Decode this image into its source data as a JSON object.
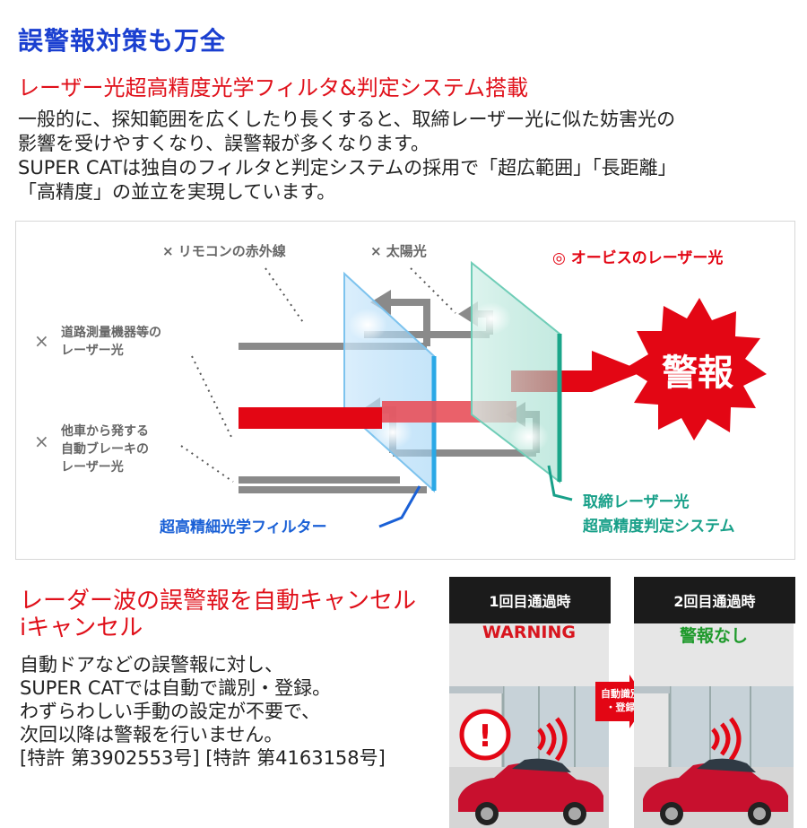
{
  "header": {
    "title": "誤警報対策も万全",
    "subtitle": "レーザー光超高精度光学フィルタ&判定システム搭載",
    "body_lines": [
      "一般的に、探知範囲を広くしたり長くすると、取締レーザー光に似た妨害光の",
      "影響を受けやすくなり、誤警報が多くなります。",
      "SUPER CATは独自のフィルタと判定システムの採用で「超広範囲」「長距離」",
      "「高精度」の並立を実現しています。"
    ]
  },
  "diagram": {
    "label_remote": "× リモコンの赤外線",
    "label_sun": "× 太陽光",
    "label_survey_1": "道路測量機器等の",
    "label_survey_2": "レーザー光",
    "label_brake_1": "他車から発する",
    "label_brake_2": "自動ブレーキの",
    "label_brake_3": "レーザー光",
    "x_mark": "×",
    "label_orbis": "◎ オービスのレーザー光",
    "alarm_text": "警報",
    "filter_label": "超高精細光学フィルター",
    "system_label_1": "取締レーザー光",
    "system_label_2": "超高精度判定システム",
    "colors": {
      "red": "#e30614",
      "blue": "#1a60d6",
      "teal": "#18a089",
      "gray": "#8a8a8a"
    }
  },
  "cancel": {
    "heading_1": "レーダー波の誤警報を自動キャンセル",
    "heading_2": "iキャンセル",
    "body_lines": [
      "自動ドアなどの誤警報に対し、",
      "SUPER CATでは自動で識別・登録。",
      "わずらわしい手動の設定が不要で、",
      "次回以降は警報を行いません。",
      "[特許 第3902553号] [特許 第4163158号]"
    ]
  },
  "panels": [
    {
      "head": "1回目通過時",
      "status": "WARNING",
      "status_color": "#d8151e"
    },
    {
      "head": "2回目通過時",
      "status": "警報なし",
      "status_color": "#1f9a2c"
    }
  ],
  "arrow_label_1": "自動識別",
  "arrow_label_2": "・登録",
  "warning_symbol": "!"
}
